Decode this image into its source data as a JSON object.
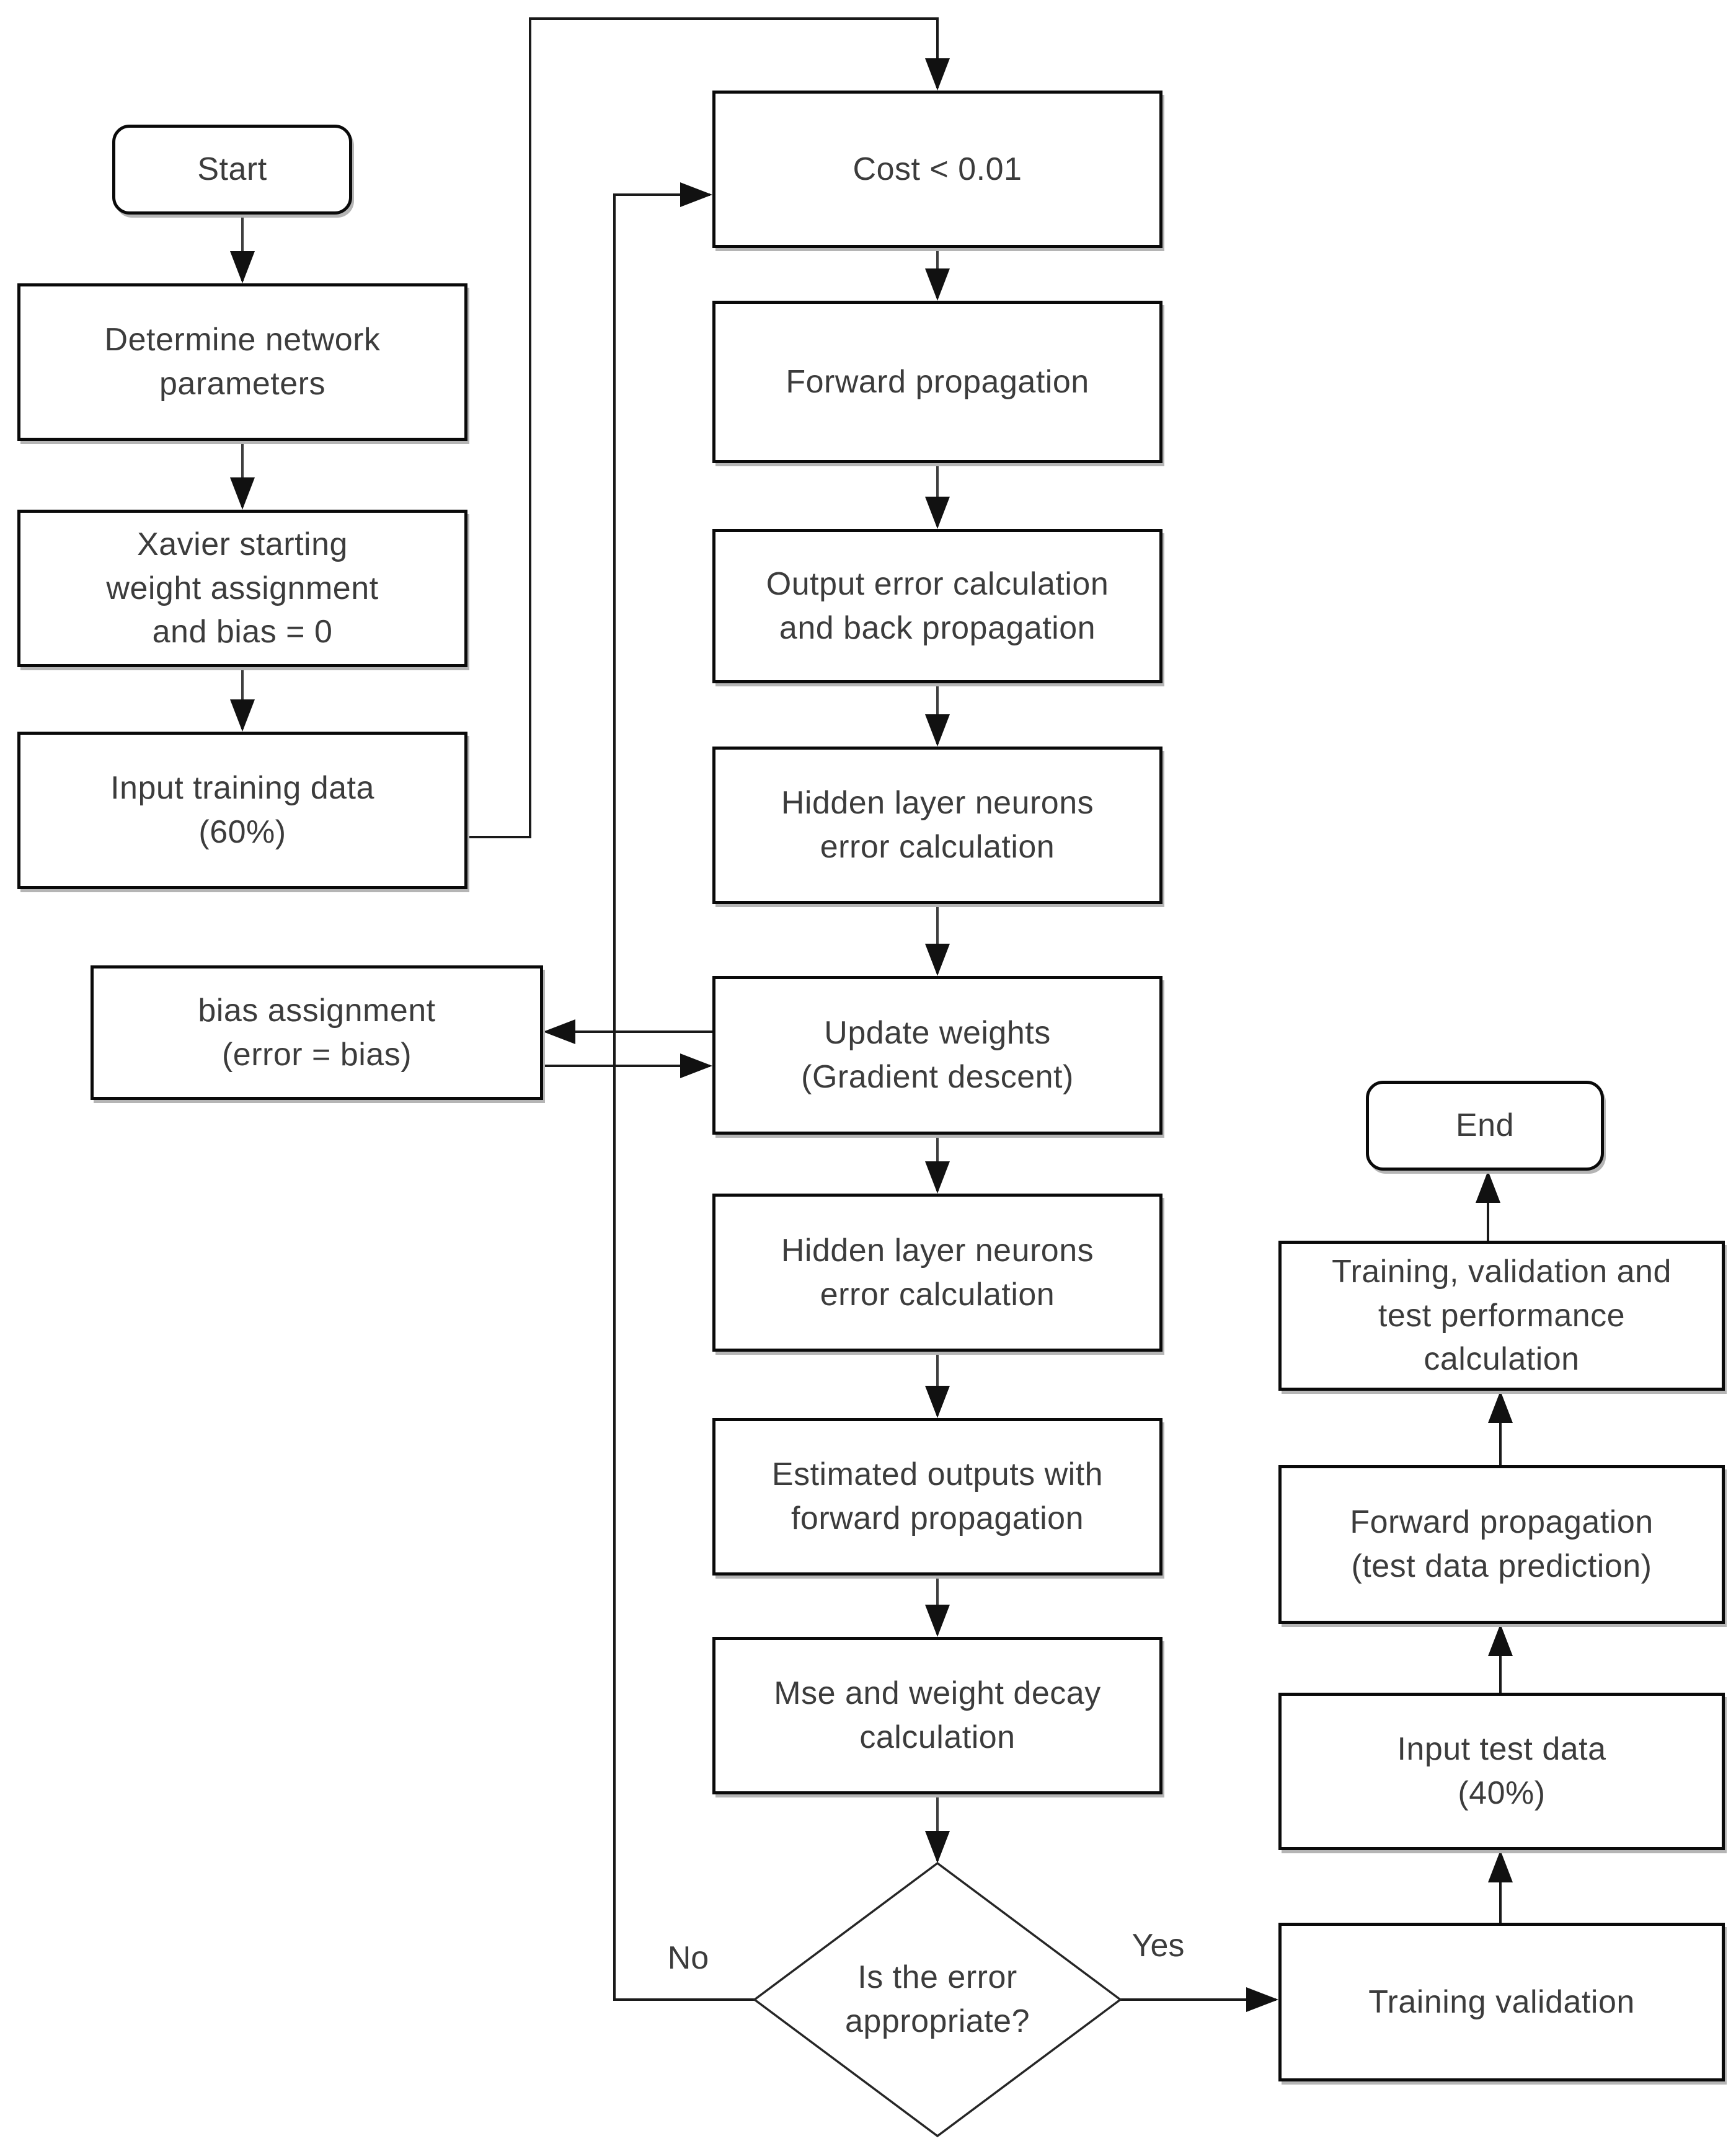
{
  "style": {
    "background": "#ffffff",
    "box_border": "#0a0a0a",
    "line_color": "#3f3f3f",
    "arrowhead_color": "#111111",
    "text_color": "#3c3c3c"
  },
  "diagram": {
    "nodes": {
      "start": {
        "label": "Start",
        "shape": "terminator"
      },
      "determine": {
        "label": "Determine network\nparameters",
        "shape": "process"
      },
      "xavier": {
        "label": "Xavier starting\nweight assignment\nand bias = 0",
        "shape": "process"
      },
      "input_training": {
        "label": "Input training data\n(60%)",
        "shape": "process"
      },
      "cost": {
        "label": "Cost < 0.01",
        "shape": "process"
      },
      "forward": {
        "label": "Forward propagation",
        "shape": "process"
      },
      "output_error": {
        "label": "Output error calculation\nand back propagation",
        "shape": "process"
      },
      "hidden1": {
        "label": "Hidden layer neurons\nerror calculation",
        "shape": "process"
      },
      "update": {
        "label": "Update weights\n(Gradient descent)",
        "shape": "process"
      },
      "bias": {
        "label": "bias assignment\n(error = bias)",
        "shape": "process"
      },
      "hidden2": {
        "label": "Hidden layer neurons\nerror calculation",
        "shape": "process"
      },
      "estimated": {
        "label": "Estimated outputs with\nforward propagation",
        "shape": "process"
      },
      "mse": {
        "label": "Mse and weight decay\ncalculation",
        "shape": "process"
      },
      "decision": {
        "label": "Is the error\nappropriate?",
        "shape": "decision"
      },
      "training_validation": {
        "label": "Training validation",
        "shape": "process"
      },
      "input_test": {
        "label": "Input test data\n(40%)",
        "shape": "process"
      },
      "forward_test": {
        "label": "Forward propagation\n(test data prediction)",
        "shape": "process"
      },
      "perf": {
        "label": "Training, validation and\ntest performance\ncalculation",
        "shape": "process"
      },
      "end": {
        "label": "End",
        "shape": "terminator"
      }
    },
    "decision_labels": {
      "no": "No",
      "yes": "Yes"
    },
    "edges": [
      {
        "from": "start",
        "to": "determine"
      },
      {
        "from": "determine",
        "to": "xavier"
      },
      {
        "from": "xavier",
        "to": "input_training"
      },
      {
        "from": "input_training",
        "to": "cost"
      },
      {
        "from": "cost",
        "to": "forward"
      },
      {
        "from": "forward",
        "to": "output_error"
      },
      {
        "from": "output_error",
        "to": "hidden1"
      },
      {
        "from": "hidden1",
        "to": "update"
      },
      {
        "from": "update",
        "to": "bias"
      },
      {
        "from": "bias",
        "to": "update"
      },
      {
        "from": "update",
        "to": "hidden2"
      },
      {
        "from": "hidden2",
        "to": "estimated"
      },
      {
        "from": "estimated",
        "to": "mse"
      },
      {
        "from": "mse",
        "to": "decision"
      },
      {
        "from": "decision",
        "to": "cost",
        "label": "No"
      },
      {
        "from": "decision",
        "to": "training_validation",
        "label": "Yes"
      },
      {
        "from": "training_validation",
        "to": "input_test"
      },
      {
        "from": "input_test",
        "to": "forward_test"
      },
      {
        "from": "forward_test",
        "to": "perf"
      },
      {
        "from": "perf",
        "to": "end"
      }
    ]
  }
}
